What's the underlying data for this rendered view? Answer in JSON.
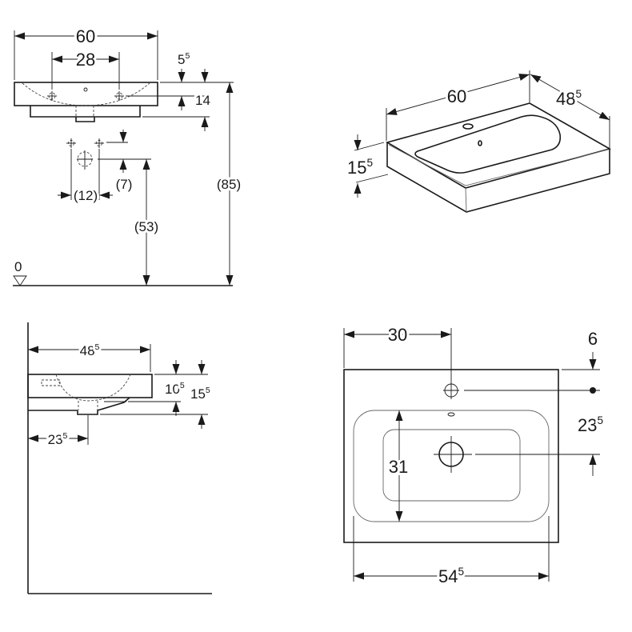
{
  "front_view": {
    "width": {
      "main": "60"
    },
    "tap_spacing": {
      "main": "28"
    },
    "rim_offset": {
      "main": "5",
      "sup": "5"
    },
    "tap_height": {
      "main": "14"
    },
    "total_height": {
      "main": "(85)"
    },
    "connection_height": {
      "main": "(53)"
    },
    "connection_offset": {
      "main": "(7)"
    },
    "connection_spacing": {
      "main": "(12)"
    },
    "floor_level": {
      "main": "0"
    }
  },
  "iso_view": {
    "width": {
      "main": "60"
    },
    "depth": {
      "main": "48",
      "sup": "5"
    },
    "height": {
      "main": "15",
      "sup": "5"
    }
  },
  "side_view": {
    "depth": {
      "main": "48",
      "sup": "5"
    },
    "rim_height": {
      "main": "10",
      "sup": "5"
    },
    "total_height": {
      "main": "15",
      "sup": "5"
    },
    "drain_distance": {
      "main": "23",
      "sup": "5"
    }
  },
  "top_view": {
    "tap_hole_offset_x": {
      "main": "30"
    },
    "tap_hole_offset_y": {
      "main": "6"
    },
    "drain_offset": {
      "main": "23",
      "sup": "5"
    },
    "bowl_depth": {
      "main": "31"
    },
    "bowl_width": {
      "main": "54",
      "sup": "5"
    }
  }
}
